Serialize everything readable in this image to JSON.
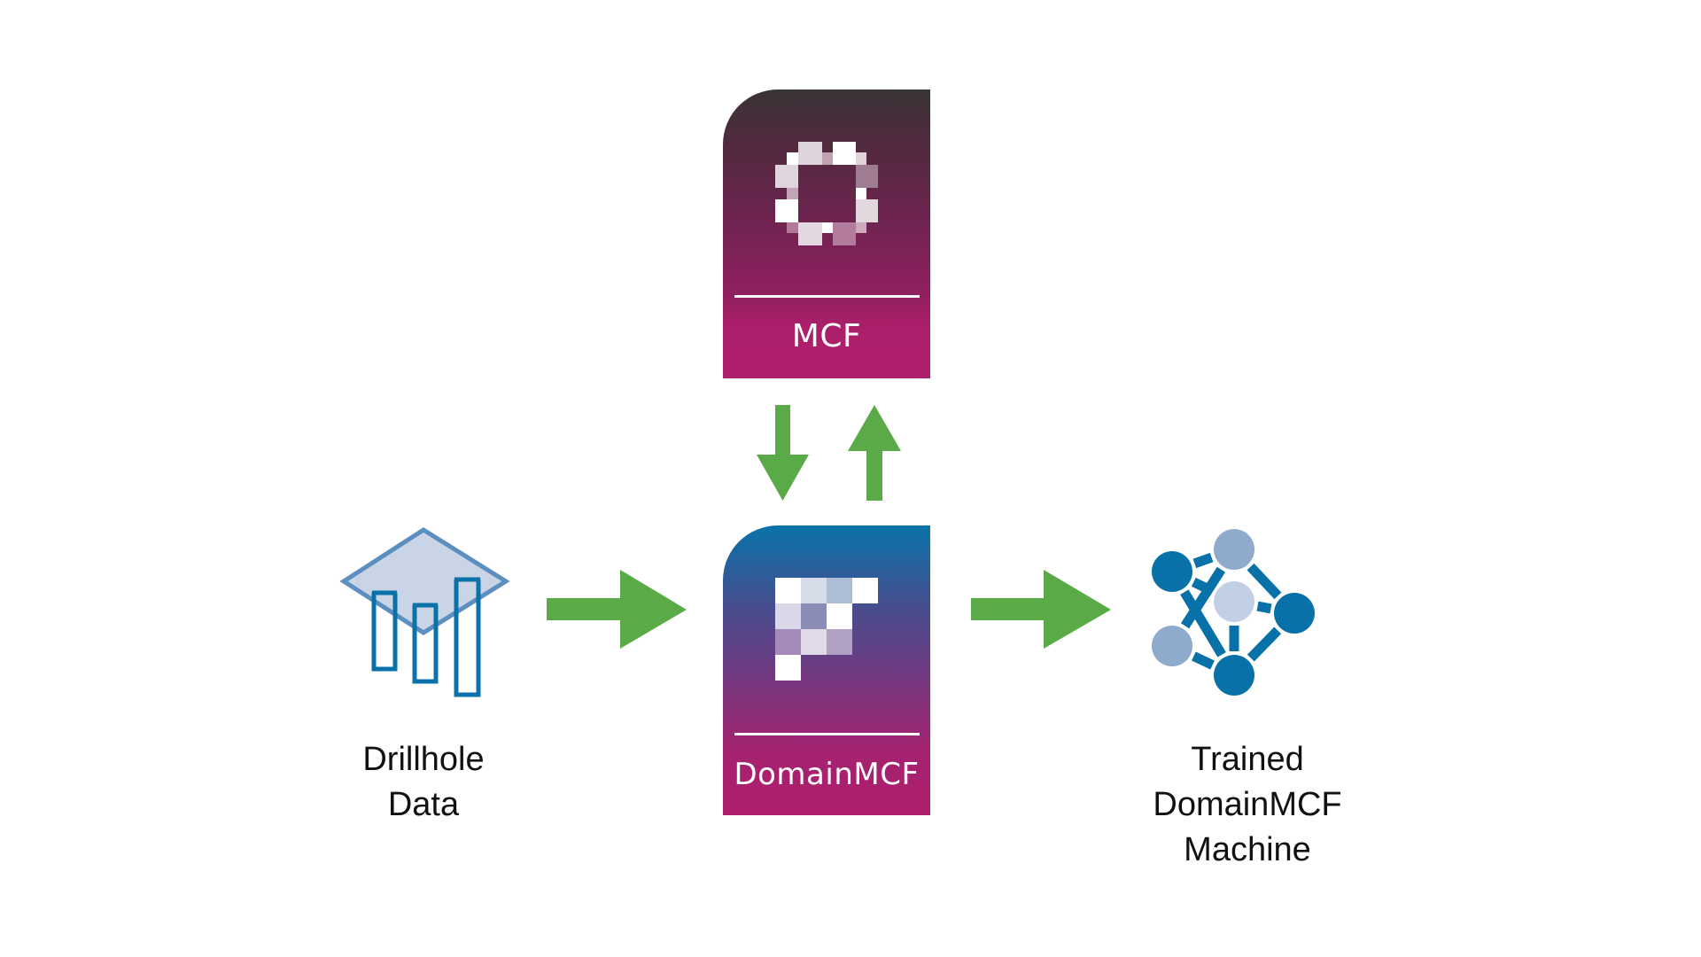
{
  "diagram": {
    "nodes": {
      "mcf": {
        "label": "MCF",
        "icon": "mcf-ring-logo-icon"
      },
      "domainmcf": {
        "label": "DomainMCF",
        "icon": "domainmcf-f-logo-icon"
      },
      "drillhole": {
        "label_lines": [
          "Drillhole",
          "Data"
        ],
        "icon": "drillhole-data-icon"
      },
      "trained": {
        "label_lines": [
          "Trained",
          "DomainMCF",
          "Machine"
        ],
        "icon": "neural-network-icon"
      }
    },
    "edges": [
      {
        "from": "drillhole",
        "to": "domainmcf",
        "icon": "arrow-right-icon"
      },
      {
        "from": "mcf",
        "to": "domainmcf",
        "icon": "arrow-down-icon"
      },
      {
        "from": "domainmcf",
        "to": "mcf",
        "icon": "arrow-up-icon"
      },
      {
        "from": "domainmcf",
        "to": "trained",
        "icon": "arrow-right-icon"
      }
    ]
  },
  "colors": {
    "arrow_green": "#5aab47",
    "network_dark": "#0872a8",
    "network_mid": "#8eaacc",
    "network_light": "#c2cfe4",
    "drillhole_fill": "#c0cde3",
    "drillhole_stroke": "#5b8fc0",
    "drillhole_bars": "#0a72a8",
    "card_magenta": "#ae1f6b",
    "card_top_dark": "#383335",
    "card_top_blue": "#0874a8"
  }
}
